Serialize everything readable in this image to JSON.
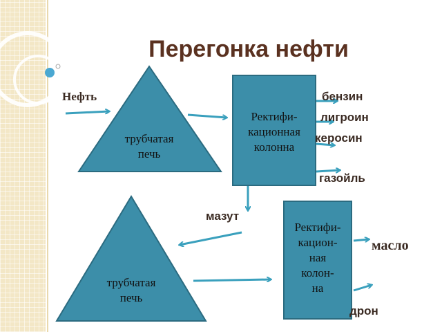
{
  "title": "Перегонка нефти",
  "labels": {
    "oil": "Нефть",
    "mazut": "мазут"
  },
  "furnace1": {
    "line1": "трубчатая",
    "line2": "печь"
  },
  "furnace2": {
    "line1": "трубчатая",
    "line2": "печь"
  },
  "column1": {
    "line1": "Ректифи-",
    "line2": "кационная",
    "line3": "колонна"
  },
  "column2": {
    "line1": "Ректифи-",
    "line2": "кацион-",
    "line3": "ная",
    "line4": "колон-",
    "line5": "на"
  },
  "products1": [
    "бензин",
    "лигроин",
    "керосин",
    "газойль"
  ],
  "products2": [
    "масло",
    "дрон"
  ],
  "colors": {
    "shape_fill": "#3c8ea9",
    "arrow": "#3aa0bd",
    "title": "#5a3120"
  }
}
